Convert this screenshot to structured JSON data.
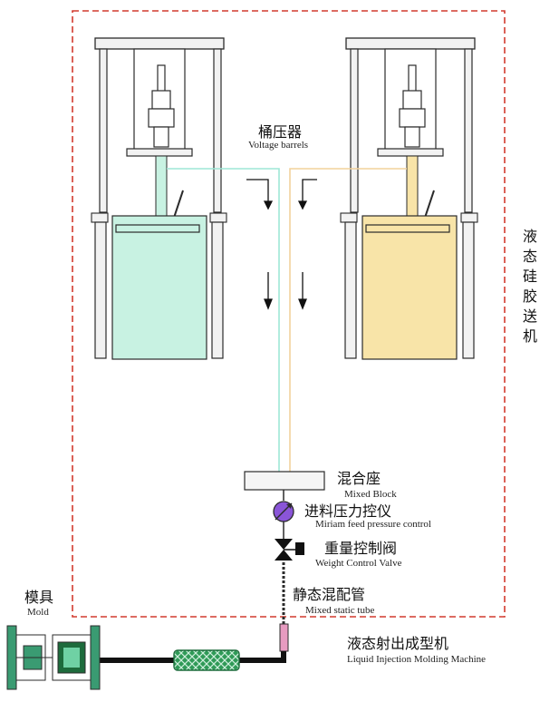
{
  "colors": {
    "boundary": "#d23a2e",
    "frame": "#2b2b2b",
    "frame_fill": "#f2f2f2",
    "barrel_left": "#c8f2e2",
    "barrel_right": "#f8e4a8",
    "line_left": "#9ee7d6",
    "line_right": "#f2d29c",
    "feed_valve": "#8a55d8",
    "static_tube": "#e79bc0",
    "mesh_tube": "#2f9a57",
    "mold": "#3a9b72"
  },
  "labels": {
    "voltage_barrels_cn": "桶压器",
    "voltage_barrels_en": "Voltage barrels",
    "feeder_vertical_cn": [
      "液",
      "态",
      "硅",
      "胶",
      "送",
      "机"
    ],
    "mixed_block_cn": "混合座",
    "mixed_block_en": "Mixed Block",
    "feed_pressure_cn": "进料压力控仪",
    "feed_pressure_en": "Miriam feed pressure control",
    "weight_valve_cn": "重量控制阀",
    "weight_valve_en": "Weight Control Valve",
    "static_tube_cn": "静态混配管",
    "static_tube_en": "Mixed static tube",
    "mold_cn": "模具",
    "mold_en": "Mold",
    "machine_cn": "液态射出成型机",
    "machine_en": "Liquid Injection Molding Machine"
  },
  "icons": {
    "flow_arrows": "arrow-down-icon",
    "feed_control": "pressure-gauge-icon",
    "weight_valve": "valve-icon"
  }
}
